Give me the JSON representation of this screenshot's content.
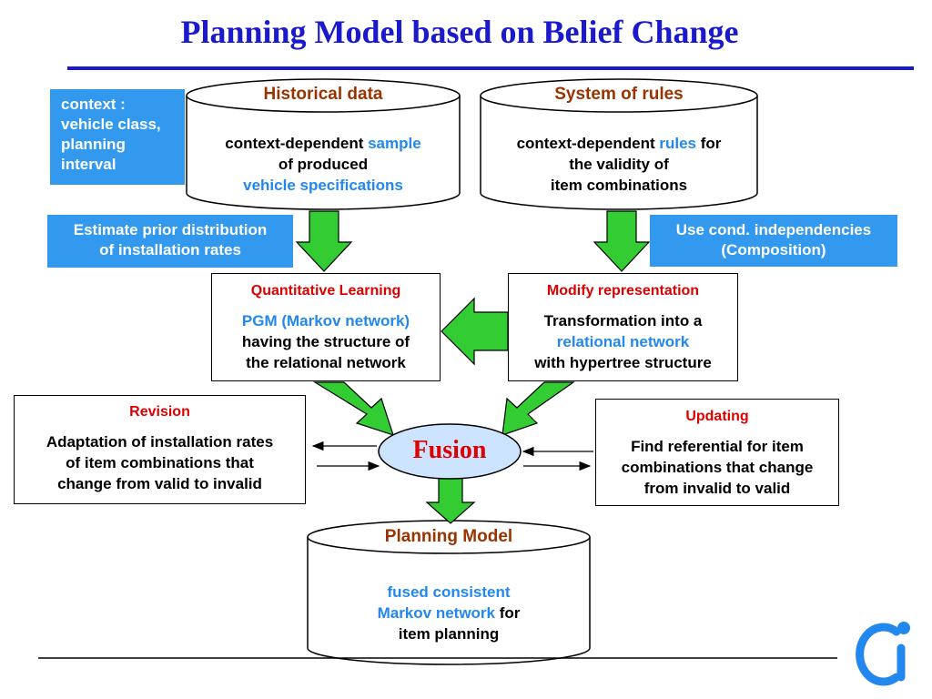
{
  "title": "Planning Model based on  Belief Change",
  "context_box": {
    "text": "context :\nvehicle class,\nplanning\ninterval"
  },
  "historical": {
    "head": "Historical data",
    "l1a": "context-dependent ",
    "l1b": "sample",
    "l2": "of produced",
    "l3": "vehicle specifications"
  },
  "rules": {
    "head": "System of rules",
    "l1a": "context-dependent ",
    "l1b": "rules",
    "l1c": " for",
    "l2": "the validity of",
    "l3": "item combinations"
  },
  "estimate_box": {
    "l1": "Estimate prior distribution",
    "l2": "of installation rates"
  },
  "cond_box": {
    "l1": "Use cond. independencies",
    "l2": "(Composition)"
  },
  "quant": {
    "head": "Quantitative Learning",
    "l1": "PGM (Markov network)",
    "l2": "having the structure of",
    "l3": "the relational network"
  },
  "modify": {
    "head": "Modify representation",
    "l1": "Transformation into a",
    "l2": "relational network",
    "l3": "with hypertree structure"
  },
  "revision": {
    "head": "Revision",
    "l1": "Adaptation of installation rates",
    "l2": "of item combinations that",
    "l3": "change from valid to invalid"
  },
  "updating": {
    "head": "Updating",
    "l1": "Find referential for item",
    "l2": "combinations that change",
    "l3": "from invalid to valid"
  },
  "fusion": "Fusion",
  "planning": {
    "head": "Planning Model",
    "l1": "fused consistent",
    "l2a": "Markov network",
    "l2b": " for",
    "l3": "item planning"
  },
  "colors": {
    "title": "#1a1acc",
    "accent_blue": "#3399ee",
    "arrow_green": "#33cc33",
    "head_brown": "#993300",
    "red": "#dd0000",
    "fusion_fill": "#cce4ff"
  },
  "icons": {
    "logo": "ci-logo"
  }
}
